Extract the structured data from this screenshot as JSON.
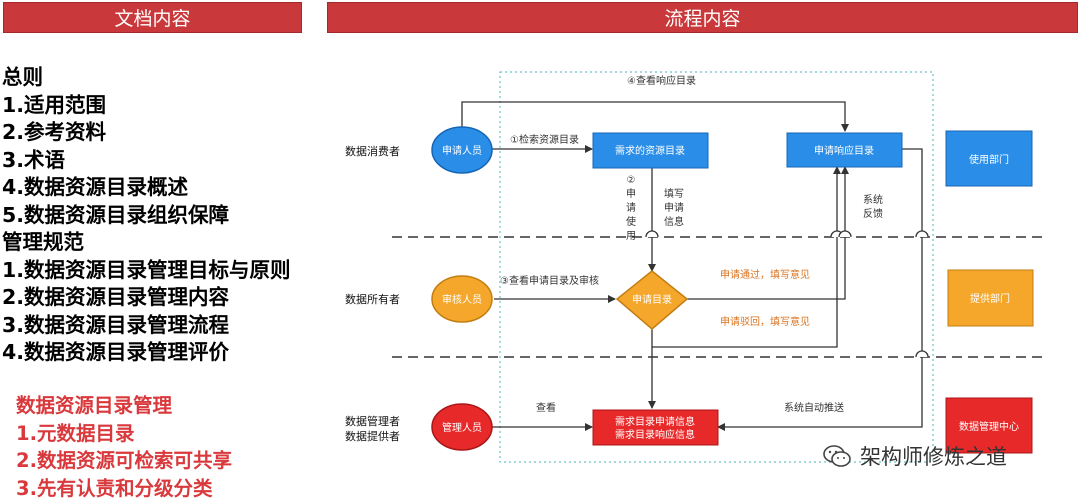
{
  "header": {
    "left": "文档内容",
    "right": "流程内容"
  },
  "doc_items": [
    "总则",
    "1.适用范围",
    "2.参考资料",
    "3.术语",
    "4.数据资源目录概述",
    "5.数据资源目录组织保障",
    "管理规范",
    "1.数据资源目录管理目标与原则",
    "2.数据资源目录管理内容",
    "3.数据资源目录管理流程",
    "4.数据资源目录管理评价"
  ],
  "red_items": [
    "数据资源目录管理",
    "1.元数据目录",
    "2.数据资源可检索可共享",
    "3.先有认责和分级分类"
  ],
  "diagram": {
    "lanes": {
      "consumer": "数据消费者",
      "owner": "数据所有者",
      "manager": "数据管理者",
      "provider": "数据提供者"
    },
    "nodes": {
      "applicant": "申请人员",
      "reviewer": "审核人员",
      "admin": "管理人员",
      "req_catalog": "需求的资源目录",
      "resp_catalog": "申请响应目录",
      "apply_catalog": "申请目录",
      "info_line1": "需求目录申请信息",
      "info_line2": "需求目录响应信息",
      "dept_use": "使用部门",
      "dept_provide": "提供部门",
      "dept_center": "数据管理中心"
    },
    "labels": {
      "step4": "④查看响应目录",
      "step1": "①检索资源目录",
      "step2": "②申请使用",
      "fill_info": "填写申请信息",
      "step3": "③查看申请目录及审核",
      "approve": "申请通过，填写意见",
      "reject": "申请驳回，填写意见",
      "feedback": "系统反馈",
      "view": "查看",
      "auto_push": "系统自动推送"
    },
    "colors": {
      "blue": "#2a8ee8",
      "orange": "#f5a72c",
      "red": "#e8292a",
      "orange_text": "#d9731f"
    }
  },
  "watermark": {
    "text": "架构师修炼之道",
    "icon": "wechat-icon"
  }
}
